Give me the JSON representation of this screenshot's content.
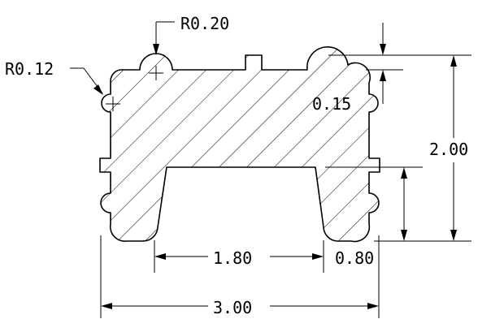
{
  "labels": {
    "r_large": "R0.20",
    "r_small": "R0.12",
    "dim_015": "0.15",
    "dim_200": "2.00",
    "dim_180": "1.80",
    "dim_080": "0.80",
    "dim_300": "3.00"
  },
  "colors": {
    "ink": "#000000",
    "background": "#ffffff"
  }
}
